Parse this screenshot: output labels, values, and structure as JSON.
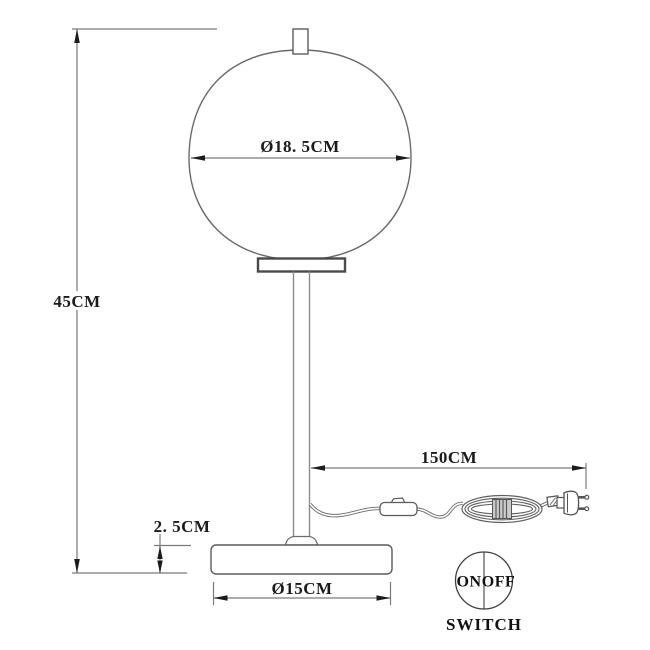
{
  "diagram": {
    "type": "table-lamp-dimension-drawing",
    "dimensions": {
      "total_height": {
        "label": "45CM"
      },
      "shade_diameter": {
        "label": "Ø18. 5CM"
      },
      "cord_length": {
        "label": "150CM"
      },
      "base_height": {
        "label": "2. 5CM"
      },
      "base_diameter": {
        "label": "Ø15CM"
      }
    },
    "switch_symbol": {
      "on_label": "ON",
      "off_label": "OFF",
      "caption": "SWITCH"
    },
    "colors": {
      "background": "#ffffff",
      "dimension_line": "#7a7a7a",
      "object_outline": "#5c5c5c",
      "text": "#1b1b1b"
    }
  }
}
